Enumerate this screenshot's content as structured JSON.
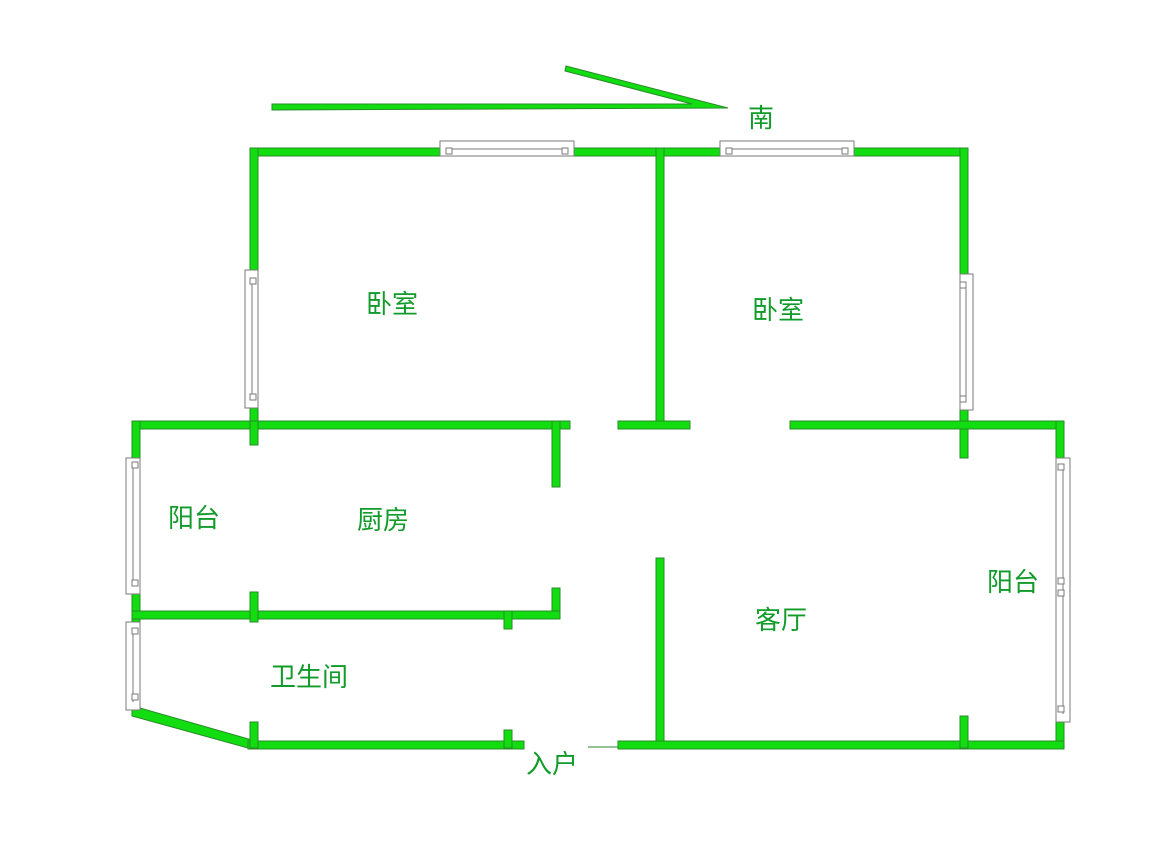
{
  "colors": {
    "wall": "#11dd11",
    "wall_outline": "#2a8a2a",
    "text": "#119b2a",
    "window_frame": "#7a7a7a"
  },
  "compass": {
    "label": "南",
    "icon": "north-arrow-icon"
  },
  "rooms": {
    "bedroom_1": "卧室",
    "bedroom_2": "卧室",
    "balcony_west": "阳台",
    "kitchen": "厨房",
    "bathroom": "卫生间",
    "living_room": "客厅",
    "balcony_east": "阳台"
  },
  "entrance": "入户"
}
